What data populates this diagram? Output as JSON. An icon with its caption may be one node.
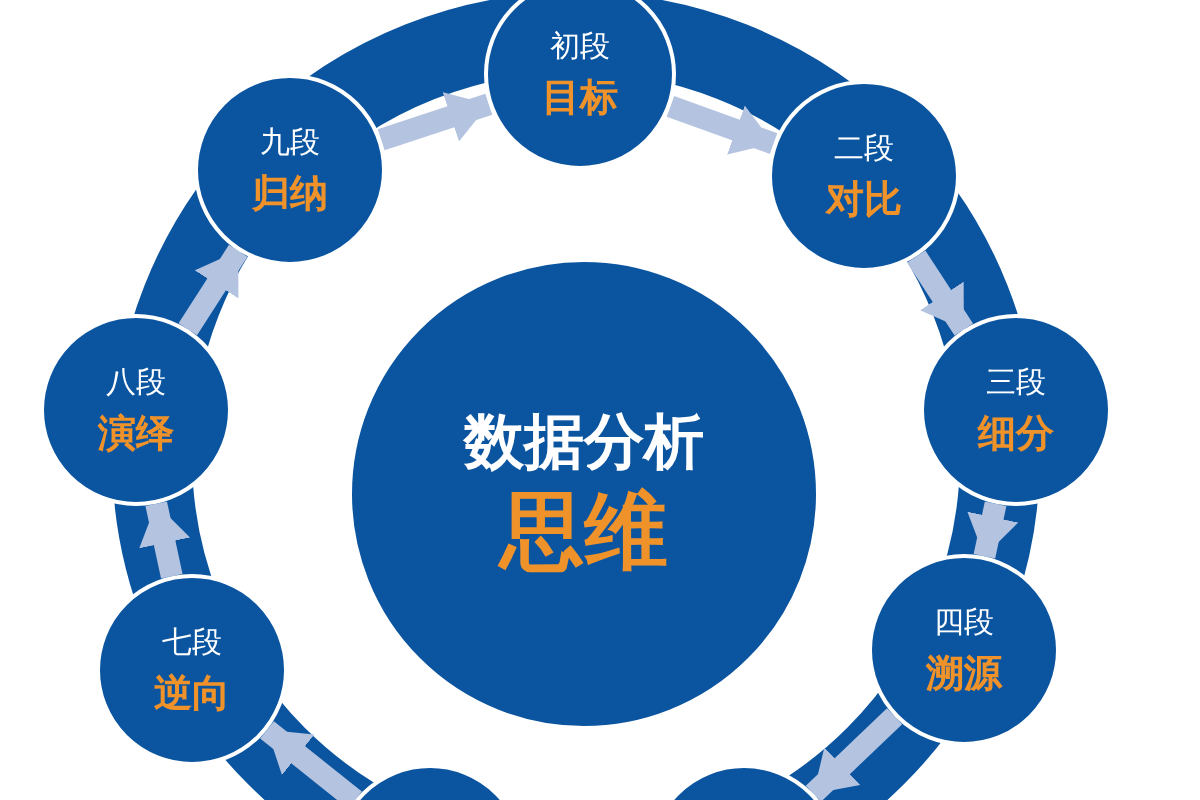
{
  "diagram": {
    "nodes": [
      {
        "text": [
          "数据分析",
          "思维"
        ]
      },
      {
        "text": [
          "初段",
          "目标"
        ]
      },
      {
        "text": [
          "二段",
          "对比"
        ]
      },
      {
        "text": [
          "三段",
          "细分"
        ]
      },
      {
        "text": [
          "四段",
          "溯源"
        ]
      },
      {
        "text": [],
        "shape": "circle"
      },
      {
        "text": [],
        "shape": "circle"
      },
      {
        "text": [
          "七段",
          "逆向"
        ]
      },
      {
        "text": [
          "八段",
          "演绎"
        ]
      },
      {
        "text": [
          "九段",
          "归纳"
        ]
      }
    ],
    "edges": [
      {
        "from": 1,
        "to": 2,
        "arrow": "to"
      },
      {
        "from": 2,
        "to": 3,
        "arrow": "to"
      },
      {
        "from": 3,
        "to": 4,
        "arrow": "to"
      },
      {
        "from": 4,
        "to": 6,
        "arrow": "to"
      },
      {
        "from": 5,
        "to": 7,
        "arrow": "to"
      },
      {
        "from": 7,
        "to": 8,
        "arrow": "to"
      },
      {
        "from": 8,
        "to": 9,
        "arrow": "to"
      },
      {
        "from": 9,
        "to": 1,
        "arrow": "to"
      }
    ]
  }
}
